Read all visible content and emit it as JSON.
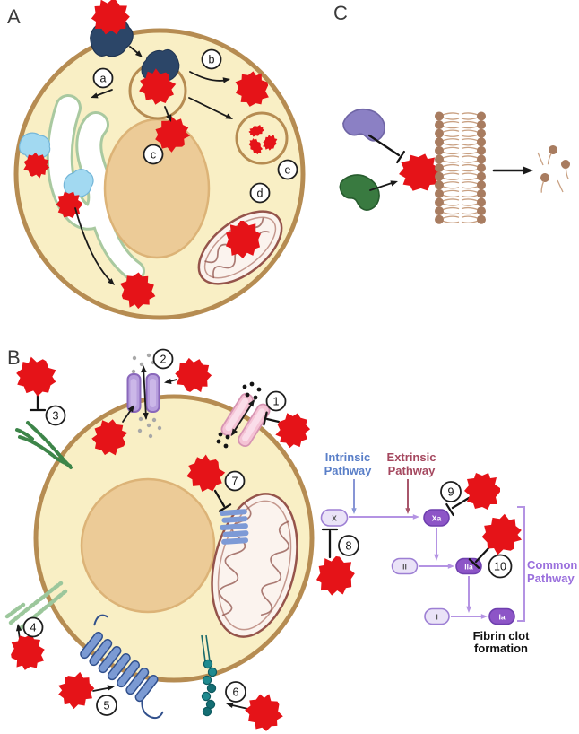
{
  "figure": {
    "panel_a_label": "A",
    "panel_b_label": "B",
    "panel_c_label": "C"
  },
  "panel_a_steps": {
    "a": "a",
    "b": "b",
    "c": "c",
    "d": "d",
    "e": "e"
  },
  "panel_b_steps": {
    "n1": "1",
    "n2": "2",
    "n3": "3",
    "n4": "4",
    "n5": "5",
    "n6": "6",
    "n7": "7",
    "n8": "8",
    "n9": "9",
    "n10": "10"
  },
  "cascade": {
    "intrinsic_line1": "Intrinsic",
    "intrinsic_line2": "Pathway",
    "extrinsic_line1": "Extrinsic",
    "extrinsic_line2": "Pathway",
    "common_line1": "Common",
    "common_line2": "Pathway",
    "fibrin_line1": "Fibrin clot",
    "fibrin_line2": "formation",
    "factor_x": "X",
    "factor_xa": "Xa",
    "factor_ii": "II",
    "factor_iia": "IIa",
    "factor_i": "I",
    "factor_ia": "Ia"
  },
  "colors": {
    "red_protein": "#e51318",
    "navy_protein": "#2c4668",
    "lightblue_protein": "#a2d9f1",
    "purple_protein": "#8b80c4",
    "green_protein": "#397a40",
    "cytoplasm": "#f9efc5",
    "membrane": "#b68c52",
    "nucleus": "#eccb97",
    "mitochondrion_outline": "#95544b",
    "lipid_head": "#a87c60",
    "intrinsic_blue": "#5a7fc8",
    "extrinsic_maroon": "#a5485f",
    "common_purple": "#9a6fdd",
    "cascade_arrow": "#b493e3",
    "factor_active_fill": "#8d55c7",
    "factor_inactive_fill": "#eae3f7"
  }
}
